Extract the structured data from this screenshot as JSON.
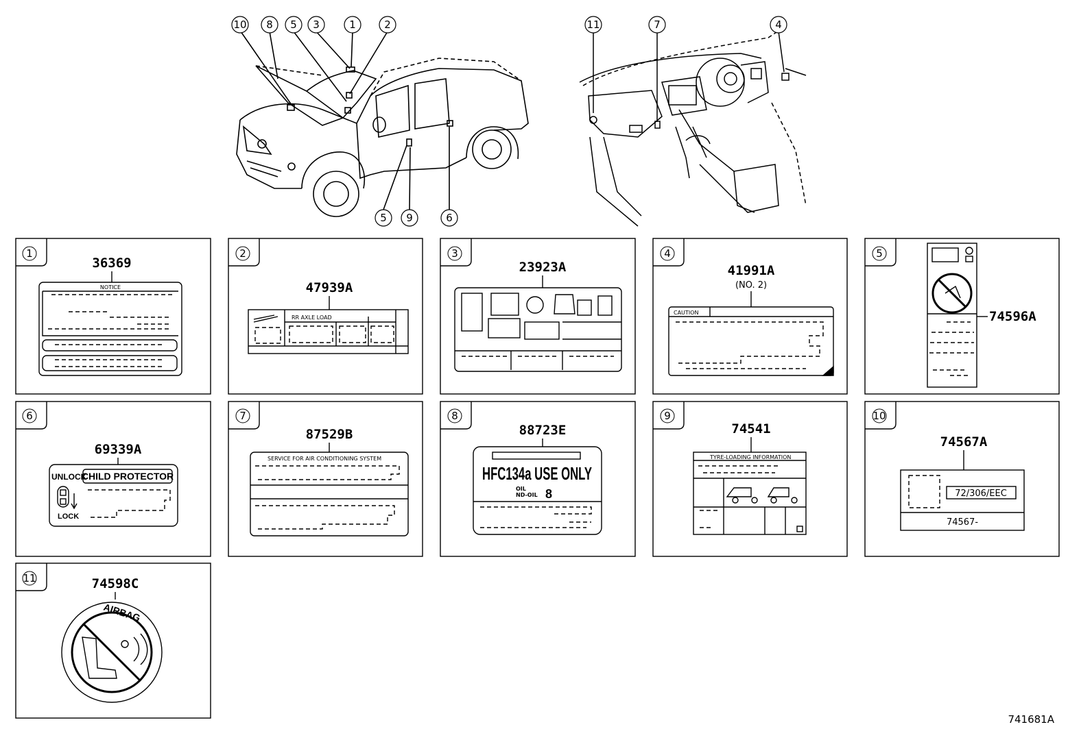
{
  "diagram_ref": "741681A",
  "truck_callouts": [
    "10",
    "8",
    "5",
    "3",
    "1",
    "2",
    "5",
    "9",
    "6"
  ],
  "interior_callouts": [
    "11",
    "7",
    "4"
  ],
  "panels": [
    {
      "num": "1",
      "part": "36369",
      "texts": [
        "NOTICE"
      ]
    },
    {
      "num": "2",
      "part": "47939A",
      "texts": [
        "RR AXLE LOAD"
      ]
    },
    {
      "num": "3",
      "part": "23923A",
      "texts": []
    },
    {
      "num": "4",
      "part": "41991A",
      "texts": [
        "(NO. 2)",
        "CAUTION"
      ]
    },
    {
      "num": "5",
      "part": "74596A",
      "texts": []
    },
    {
      "num": "6",
      "part": "69339A",
      "texts": [
        "UNLOCK",
        "CHILD PROTECTOR",
        "LOCK"
      ]
    },
    {
      "num": "7",
      "part": "87529B",
      "texts": [
        "SERVICE FOR AIR CONDITIONING SYSTEM"
      ]
    },
    {
      "num": "8",
      "part": "88723E",
      "texts": [
        "HFC134a USE ONLY",
        "OIL",
        "ND-OIL",
        "8"
      ]
    },
    {
      "num": "9",
      "part": "74541",
      "texts": [
        "TYRE-LOADING INFORMATION"
      ]
    },
    {
      "num": "10",
      "part": "74567A",
      "texts": [
        "72/306/EEC",
        "74567-"
      ]
    },
    {
      "num": "11",
      "part": "74598C",
      "texts": [
        "AIRBAG"
      ]
    }
  ]
}
